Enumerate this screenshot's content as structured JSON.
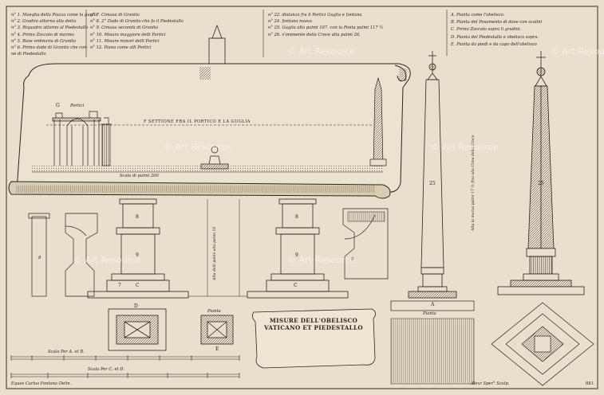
{
  "legend_left": [
    "n° 1. Maeqha della Piazza come la guglia",
    "n° 2. Gradini attorno alla detta",
    "n° 3. Riquadro attorno al Piedestallo",
    "n° 4. Primo Zoccolo di marmo",
    "n° 5. Base ordinaria di Granito",
    "n° 6. Primo dado di Granito che con-",
    "ne di Piedestallo"
  ],
  "legend_mid": [
    "n° 7. Cimasa di Granito",
    "n° 8. 2° Dado di Granito che fa il Piedestallo",
    "n° 9. Cimasa seconda di Granito",
    "n° 10. Misura maggiore delli Portici",
    "n° 11. Misure minori delli Portici",
    "n° 12. Piano come alli Portici"
  ],
  "legend_right": [
    "n° 22. distanza fra li Portici Guglia e fontana",
    "n° 24. fontana nuova",
    "n° 25. Guglia alta palmi 107. con la Ponta palmi 117 ½",
    "n° 26. s'innmente della Croce alta palmi 26."
  ],
  "legend_far": [
    "A. Pianta come l'obelisco.",
    "B. Pianta del Posamento di dove con scalini",
    "C. Primo Zoccolo sopra li gradini.",
    "D. Pianta del Piedestallo e obelisco sopra.",
    "E. Pianta da piedi e da capo dell'obelisco"
  ],
  "scroll": {
    "section_label": "F SETTIONE FRA IL PORTICO E LA GUGLIA",
    "portico_label": "Portici",
    "g_label": "G",
    "scale_label": "Scala di palmi 200"
  },
  "pedestal_labels": {
    "n8": "8",
    "n9": "9",
    "n7": "7",
    "c": "C",
    "d": "D",
    "e": "E",
    "pianta": "Pianta"
  },
  "obelisk_labels": {
    "n25": "25",
    "n26": "26",
    "a": "A",
    "pianta": "Pianta"
  },
  "title_cartouche": "MISURE DELL'OBELISCO VATICANO ET PIEDESTALLO",
  "scales": [
    "Scala Per A. et B.",
    "Scala Per C. et D."
  ],
  "credits": {
    "left": "Eques Carlus Fontana Delin.",
    "right": "Alexr Sper° Sculp."
  },
  "vertical_notes": {
    "pedestal": "Alta delli palmi alto palmi 10",
    "obelisk": "Alta la mezza palmi 17 ½ fino alla Cima della Croce"
  },
  "watermarks": [
    "© Art Resource",
    "© Art Resource",
    "© Art Resource",
    "© Art Resource",
    "© Art Resource",
    "© Art Resource"
  ],
  "plate_number": "681",
  "colors": {
    "paper": "#e9dfcc",
    "ink": "#2b241b"
  }
}
